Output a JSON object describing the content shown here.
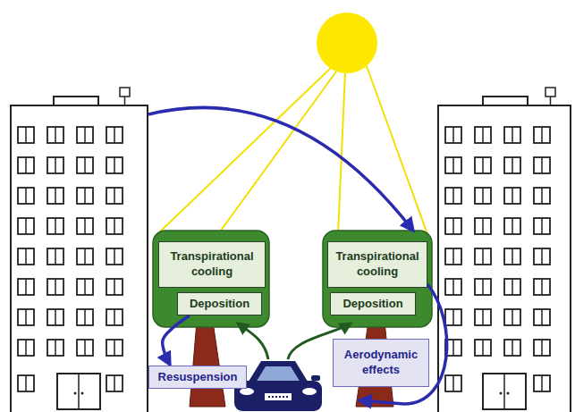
{
  "diagram": {
    "nodes": [
      {
        "text": [
          "Transpirational cooling"
        ]
      },
      {
        "text": [
          "Deposition"
        ]
      },
      {
        "text": [
          "Transpirational cooling"
        ]
      },
      {
        "text": [
          "Deposition"
        ]
      },
      {
        "text": [
          "Resuspension"
        ]
      },
      {
        "text": [
          "Aerodynamic effects"
        ]
      }
    ],
    "edges": [
      {
        "from": 1,
        "to": 4,
        "arrow": "to"
      }
    ]
  }
}
